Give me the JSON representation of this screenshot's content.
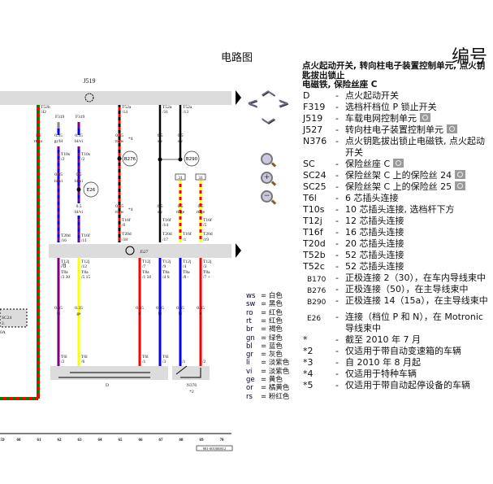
{
  "header": {
    "diagram_label": "电路图",
    "number_label": "编号"
  },
  "title": {
    "line1": "点火起动开关, 转向柱电子装置控制单元, 点火钥匙拔出锁止",
    "line2": "电磁铁, 保险丝座 C"
  },
  "legend": [
    {
      "code": "D",
      "desc": "点火起动开关",
      "camera": false
    },
    {
      "code": "F319",
      "desc": "选档杆档位 P 锁止开关",
      "camera": false
    },
    {
      "code": "J519",
      "desc": "车载电网控制单元",
      "camera": true
    },
    {
      "code": "J527",
      "desc": "转向柱电子装置控制单元",
      "camera": true
    },
    {
      "code": "N376",
      "desc": "点火钥匙拔出锁止电磁铁, 点火起动开关",
      "camera": false
    },
    {
      "code": "SC",
      "desc": "保险丝座 C",
      "camera": true
    },
    {
      "code": "SC24",
      "desc": "保险丝架 C 上的保险丝 24",
      "camera": true
    },
    {
      "code": "SC25",
      "desc": "保险丝架 C 上的保险丝 25",
      "camera": true
    },
    {
      "code": "T6l",
      "desc": "6 芯插头连接",
      "camera": false
    },
    {
      "code": "T10s",
      "desc": "10 芯插头连接, 选档杆下方",
      "camera": false
    },
    {
      "code": "T12j",
      "desc": "12 芯插头连接",
      "camera": false
    },
    {
      "code": "T16f",
      "desc": "16 芯插头连接",
      "camera": false
    },
    {
      "code": "T20d",
      "desc": "20 芯插头连接",
      "camera": false
    },
    {
      "code": "T52b",
      "desc": "52 芯插头连接",
      "camera": false
    },
    {
      "code": "T52c",
      "desc": "52 芯插头连接",
      "camera": false
    },
    {
      "code": "B170",
      "desc": "正极连接 2（30），在车内导线束中",
      "camera": false,
      "small": true
    },
    {
      "code": "B276",
      "desc": "正极连接（50），在主导线束中",
      "camera": false,
      "small": true
    },
    {
      "code": "B290",
      "desc": "正极连接 14（15a），在主导线束中",
      "camera": false,
      "small": true
    },
    {
      "code": "E26",
      "desc": "连接（档位 P 和 N），在 Motronic 导线束中",
      "camera": false,
      "small": true
    },
    {
      "code": "*",
      "desc": "截至 2010 年 7 月",
      "camera": false
    },
    {
      "code": "*2",
      "desc": "仅适用于带自动变速箱的车辆",
      "camera": false
    },
    {
      "code": "*3",
      "desc": "自 2010 年 8 月起",
      "camera": false
    },
    {
      "code": "*4",
      "desc": "仅适用于特种车辆",
      "camera": false
    },
    {
      "code": "*5",
      "desc": "仅适用于带自动起停设备的车辆",
      "camera": false
    }
  ],
  "dash": "-",
  "color_codes": [
    {
      "code": "ws",
      "name": "= 白色"
    },
    {
      "code": "sw",
      "name": "= 黑色"
    },
    {
      "code": "ro",
      "name": "= 红色"
    },
    {
      "code": "rt",
      "name": "= 红色"
    },
    {
      "code": "br",
      "name": "= 褐色"
    },
    {
      "code": "gn",
      "name": "= 绿色"
    },
    {
      "code": "bl",
      "name": "= 蓝色"
    },
    {
      "code": "gr",
      "name": "= 灰色"
    },
    {
      "code": "li",
      "name": "= 淡紫色"
    },
    {
      "code": "vi",
      "name": "= 淡紫色"
    },
    {
      "code": "ge",
      "name": "= 黄色"
    },
    {
      "code": "or",
      "name": "= 橘黄色"
    },
    {
      "code": "rs",
      "name": "= 粉红色"
    }
  ],
  "wire_colors": {
    "rt": "#ff0000",
    "gn": "#008000",
    "bl": "#0000ff",
    "vi": "#800080",
    "ge": "#ffff00",
    "sw": "#000000",
    "gr": "#888888"
  },
  "diagram": {
    "labels": [
      "J519",
      "T52b",
      "/42",
      "F319",
      "F319",
      "1.5",
      "rt/gn",
      "0.35",
      "gr/bl",
      "0.35",
      "bl/vi",
      "T52a",
      "/14",
      "0.35",
      "rt/sw",
      "*4",
      "T52a",
      "/31",
      "0.5",
      "sw",
      "T52a",
      "/13",
      "0.5",
      "sw",
      "T10s",
      "/2",
      "T10s",
      "/2",
      "0.35",
      "bl/vi",
      "0.5",
      "bl/vi",
      "0.5",
      "bl/vi",
      "0.35",
      "rt/sw",
      "*4",
      "0.5",
      "sw",
      "0.5",
      "rt/ge",
      "0.5",
      "rt/ge",
      "31",
      "31",
      "T20d",
      "/16",
      "T16f",
      "/11",
      "T16f",
      "/6",
      "T20d",
      "/18",
      "T16f",
      "/14",
      "T20d",
      "/17",
      "T16f",
      "/1",
      "T16f",
      "/5",
      "T20d",
      "/19",
      "J527",
      "T12j",
      "/8",
      "T8a",
      "/3 30",
      "T12j",
      "/12",
      "T8a",
      "/5 15",
      "T12j",
      "/7",
      "T8a",
      "/1 50",
      "T12j",
      "/9",
      "T8a",
      "/4 S",
      "T12j",
      "/4",
      "T8a",
      "/8 -",
      "T12j",
      "/3",
      "T8a",
      "/7 +",
      "0.35",
      "vi",
      "0.35",
      "ge",
      "0.35",
      "rt",
      "0.35",
      "bl",
      "0.35",
      "bl",
      "0.35",
      "rt",
      "T6l",
      "/2",
      "T6l",
      "/6",
      "T6l",
      "/1",
      "T6l",
      "/3",
      "/1",
      "/2",
      "D",
      "N376",
      "*2",
      "SC24",
      "2.",
      "0A"
    ],
    "connections": [
      "B276",
      "B290",
      "E26"
    ],
    "columns": [
      "59",
      "60",
      "61",
      "62",
      "63",
      "64",
      "65",
      "66",
      "67",
      "68",
      "69",
      "70"
    ],
    "doc_id": "981-001000812"
  }
}
